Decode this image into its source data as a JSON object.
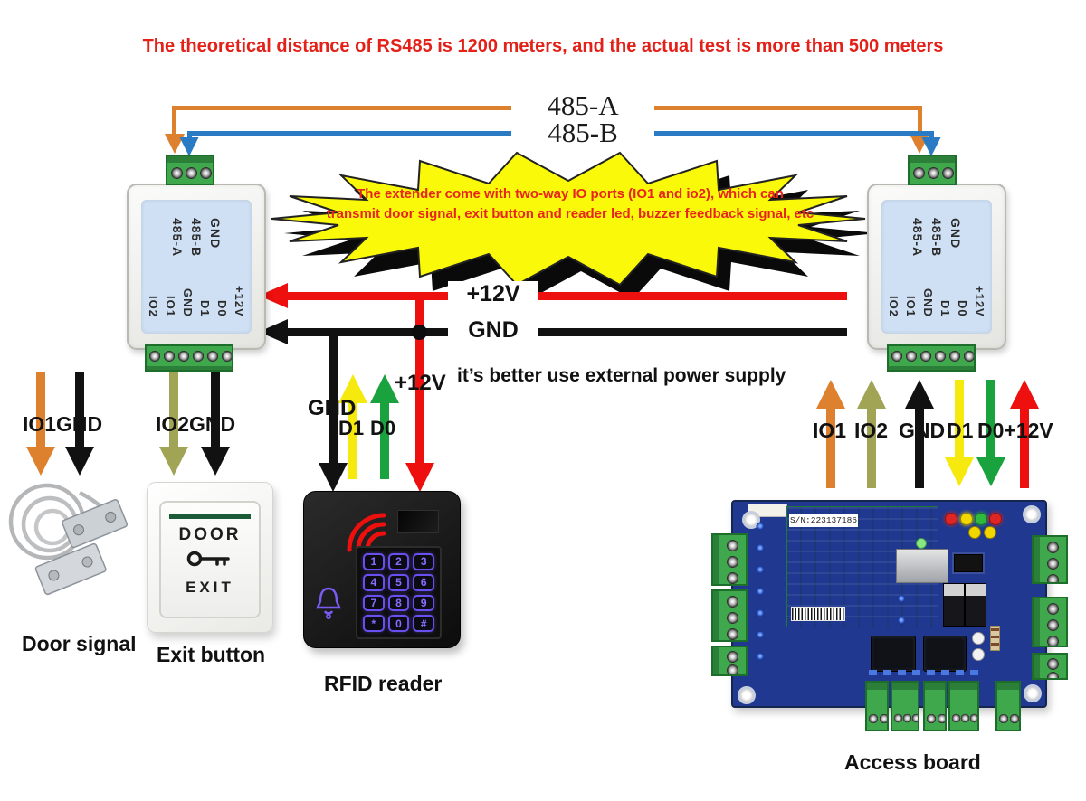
{
  "title": "The theoretical distance of RS485 is 1200 meters, and the actual test is more than 500 meters",
  "bus": {
    "wire_a_label": "485-A",
    "wire_b_label": "485-B"
  },
  "callout": {
    "line1": "The extender come with two-way IO ports (IO1 and io2), which can",
    "line2": "transmit door signal, exit button and reader led, buzzer feedback signal, etc"
  },
  "extender": {
    "top_ports": [
      "GND",
      "485-B",
      "485-A"
    ],
    "bottom_ports": [
      "+12V",
      "D0",
      "D1",
      "GND",
      "IO1",
      "IO2"
    ]
  },
  "power": {
    "v12_label": "+12V",
    "gnd_label": "GND",
    "note": "it’s better use external power supply"
  },
  "left_wires": {
    "io1": "IO1",
    "gnd1": "GND",
    "io2": "IO2",
    "gnd2": "GND"
  },
  "reader_wires": {
    "gnd": "GND",
    "d1": "D1",
    "d0": "D0",
    "v12": "+12V"
  },
  "right_wires": {
    "io1": "IO1",
    "io2": "IO2",
    "gnd": "GND",
    "d1": "D1",
    "d0v12": "D0+12V"
  },
  "devices": {
    "door_signal": "Door signal",
    "exit_button": "Exit button",
    "rfid_reader": "RFID reader",
    "access_board": "Access board"
  },
  "exit_button": {
    "line1": "DOOR",
    "line2": "EXIT"
  },
  "rfid": {
    "keys": [
      "1",
      "2",
      "3",
      "4",
      "5",
      "6",
      "7",
      "8",
      "9",
      "*",
      "0",
      "#"
    ]
  },
  "board": {
    "serial": "S/N:223137186"
  },
  "colors": {
    "title_red": "#e32119",
    "callout_red": "#e8251c",
    "wire_orange": "#dd812e",
    "wire_blue": "#2b7bc4",
    "wire_red": "#ee0f0f",
    "wire_black": "#111111",
    "wire_olive": "#a1a455",
    "wire_yellow": "#f5e90e",
    "wire_green": "#19a23d",
    "burst_yellow": "#f9f909",
    "board_blue": "#20388f",
    "pcb_green": "#2fa043",
    "terminal_green": "#3fa84c",
    "plate_blue": "#cfe0f4",
    "key_purple": "#6a4ff0"
  }
}
